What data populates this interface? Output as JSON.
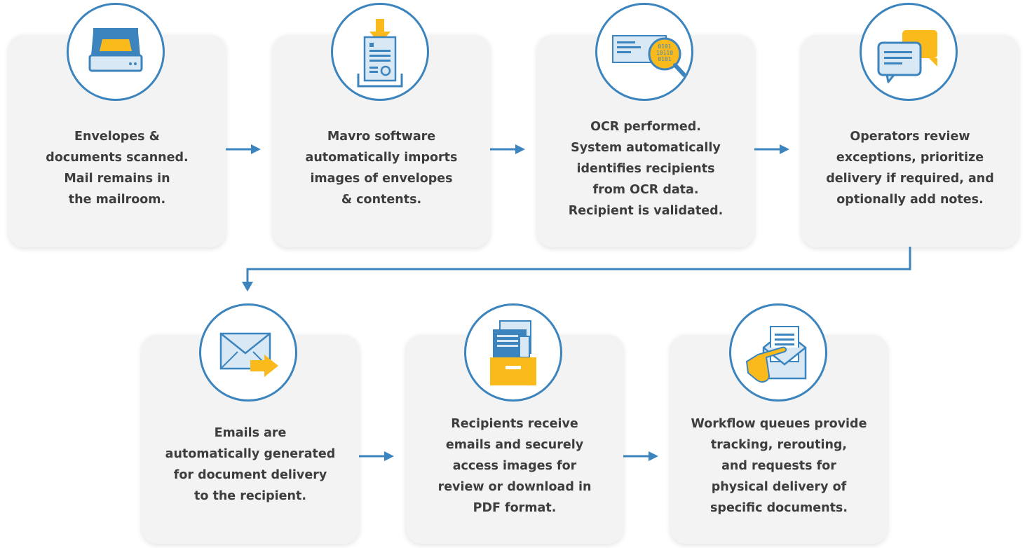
{
  "colors": {
    "accent": "#3c84bd",
    "highlight": "#fbba1c",
    "card": "#f3f3f3",
    "text": "#3d3d3d"
  },
  "steps": [
    {
      "icon": "scanner-icon",
      "text": "Envelopes &\ndocuments scanned.\nMail remains in\nthe mailroom."
    },
    {
      "icon": "document-import-icon",
      "text": "Mavro software\nautomatically imports\nimages of envelopes\n& contents."
    },
    {
      "icon": "ocr-magnifier-icon",
      "text": "OCR performed.\nSystem automatically\nidentifies recipients\nfrom OCR data.\nRecipient is validated."
    },
    {
      "icon": "chat-bubbles-icon",
      "text": "Operators review\nexceptions, prioritize\ndelivery if required, and\noptionally add notes."
    },
    {
      "icon": "email-send-icon",
      "text": "Emails are\nautomatically generated\nfor document delivery\nto the recipient."
    },
    {
      "icon": "file-drawer-icon",
      "text": "Recipients receive\nemails and securely\naccess images for\nreview or download in\nPDF format."
    },
    {
      "icon": "hand-envelope-icon",
      "text": "Workflow queues provide\ntracking, rerouting,\nand requests for\nphysical delivery of\nspecific documents."
    }
  ]
}
